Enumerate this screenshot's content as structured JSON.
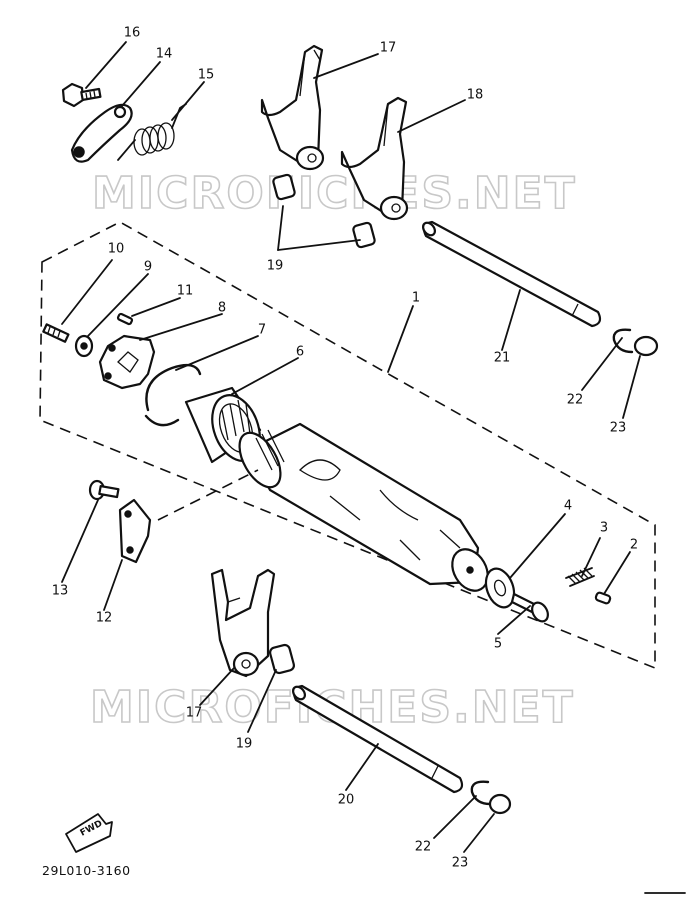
{
  "watermark": "MICROFICHES.NET",
  "diagram_code": "29L010-3160",
  "direction_label": "FWD",
  "callouts": [
    "1",
    "2",
    "3",
    "4",
    "5",
    "6",
    "7",
    "8",
    "9",
    "10",
    "11",
    "12",
    "13",
    "14",
    "15",
    "16",
    "17",
    "18",
    "19",
    "20",
    "21",
    "22",
    "23"
  ]
}
